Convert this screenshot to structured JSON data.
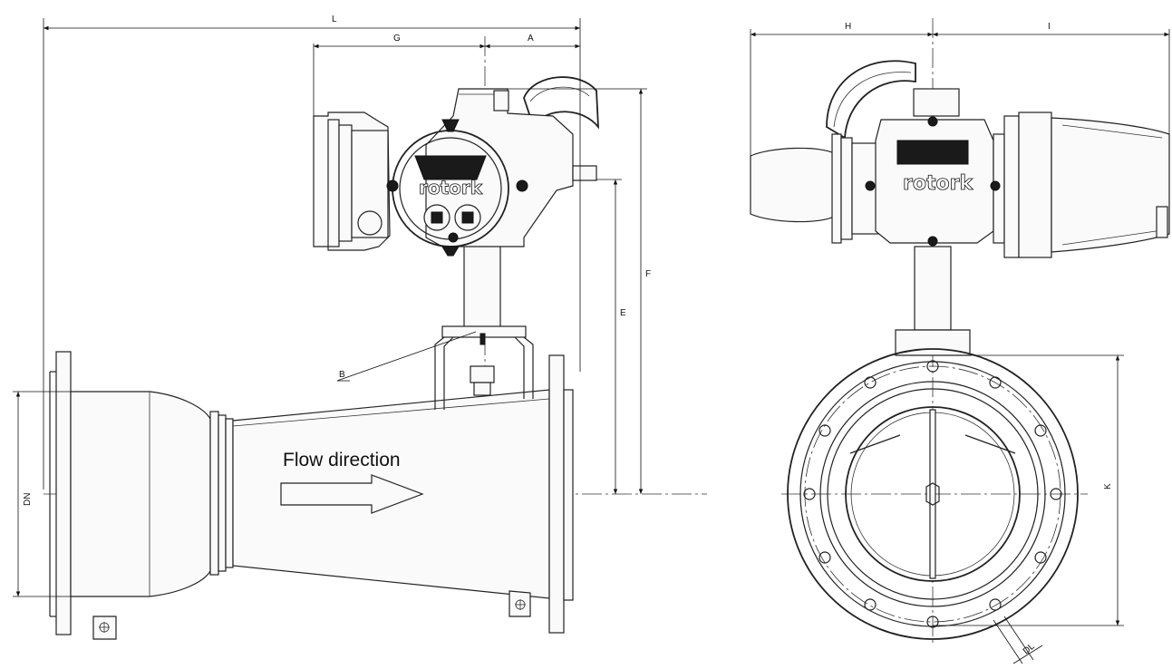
{
  "labels": {
    "L": "L",
    "G": "G",
    "A": "A",
    "H": "H",
    "I": "I",
    "F": "F",
    "E": "E",
    "B": "B",
    "DN": "DN",
    "K": "K",
    "DL": "DL"
  },
  "flow_text": "Flow direction",
  "logo_text": "rotork",
  "colors": {
    "line": "#222222",
    "background": "#ffffff"
  },
  "icons": [
    "arrowhead-marker",
    "rotork-actuator",
    "valve-flange",
    "bolt-hole"
  ]
}
